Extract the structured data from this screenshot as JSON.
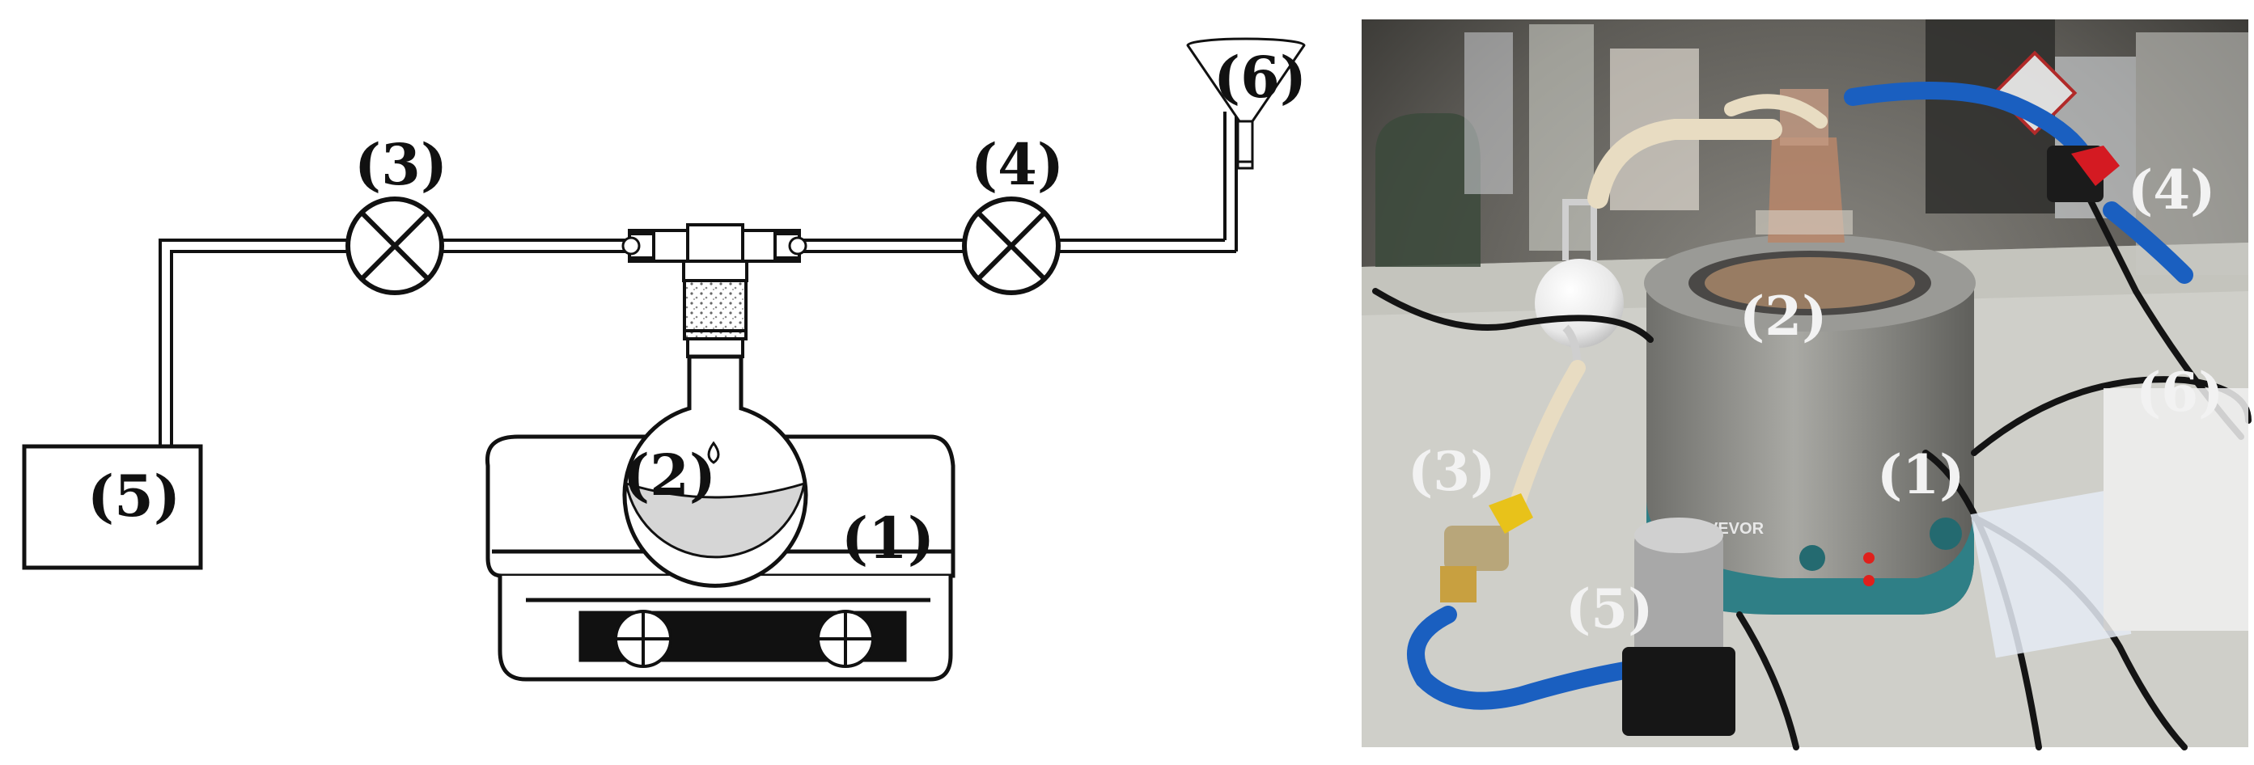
{
  "figure": {
    "schematic": {
      "labels": {
        "hot_plate": "(1)",
        "flask": "(2)",
        "valve_left": "(3)",
        "valve_right": "(4)",
        "pump_box": "(5)",
        "funnel": "(6)"
      }
    },
    "photo": {
      "labels": {
        "heating_mantle": "(1)",
        "flask": "(2)",
        "valve_yellow": "(3)",
        "valve_red": "(4)",
        "pump": "(5)",
        "tube_outlet": "(6)"
      },
      "device_brand": "VEVOR",
      "colors": {
        "bench": "#cfcfc9",
        "mantle": "#8e8e8a",
        "mantle_base": "#2f7f86",
        "tubing_blue": "#1a5fc0",
        "valve_handle_yellow": "#e8c21a",
        "valve_handle_red": "#d41a22",
        "indicator_led": "#e0201c"
      }
    }
  }
}
